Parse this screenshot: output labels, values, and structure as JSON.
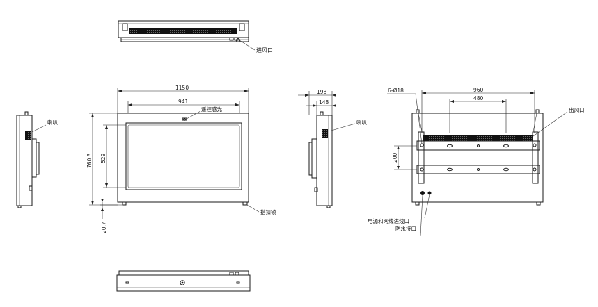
{
  "labels": {
    "air_inlet": "进风口",
    "speaker_left": "喇叭",
    "speaker_side": "喇叭",
    "remote_sensor": "遥控感光",
    "lock": "搭扣锁",
    "air_outlet": "出风口",
    "power_network": "电源和网线进线口",
    "waterproof": "防水接口"
  },
  "dimensions": {
    "front_width": "1150",
    "screen_width": "941",
    "overall_height": "760.3",
    "screen_height": "529",
    "foot_height": "20.7",
    "side_depth": "198",
    "side_depth_inner": "148",
    "back_holes": "6-Ø18",
    "back_width": "960",
    "back_spacing": "480",
    "back_height": "200"
  }
}
